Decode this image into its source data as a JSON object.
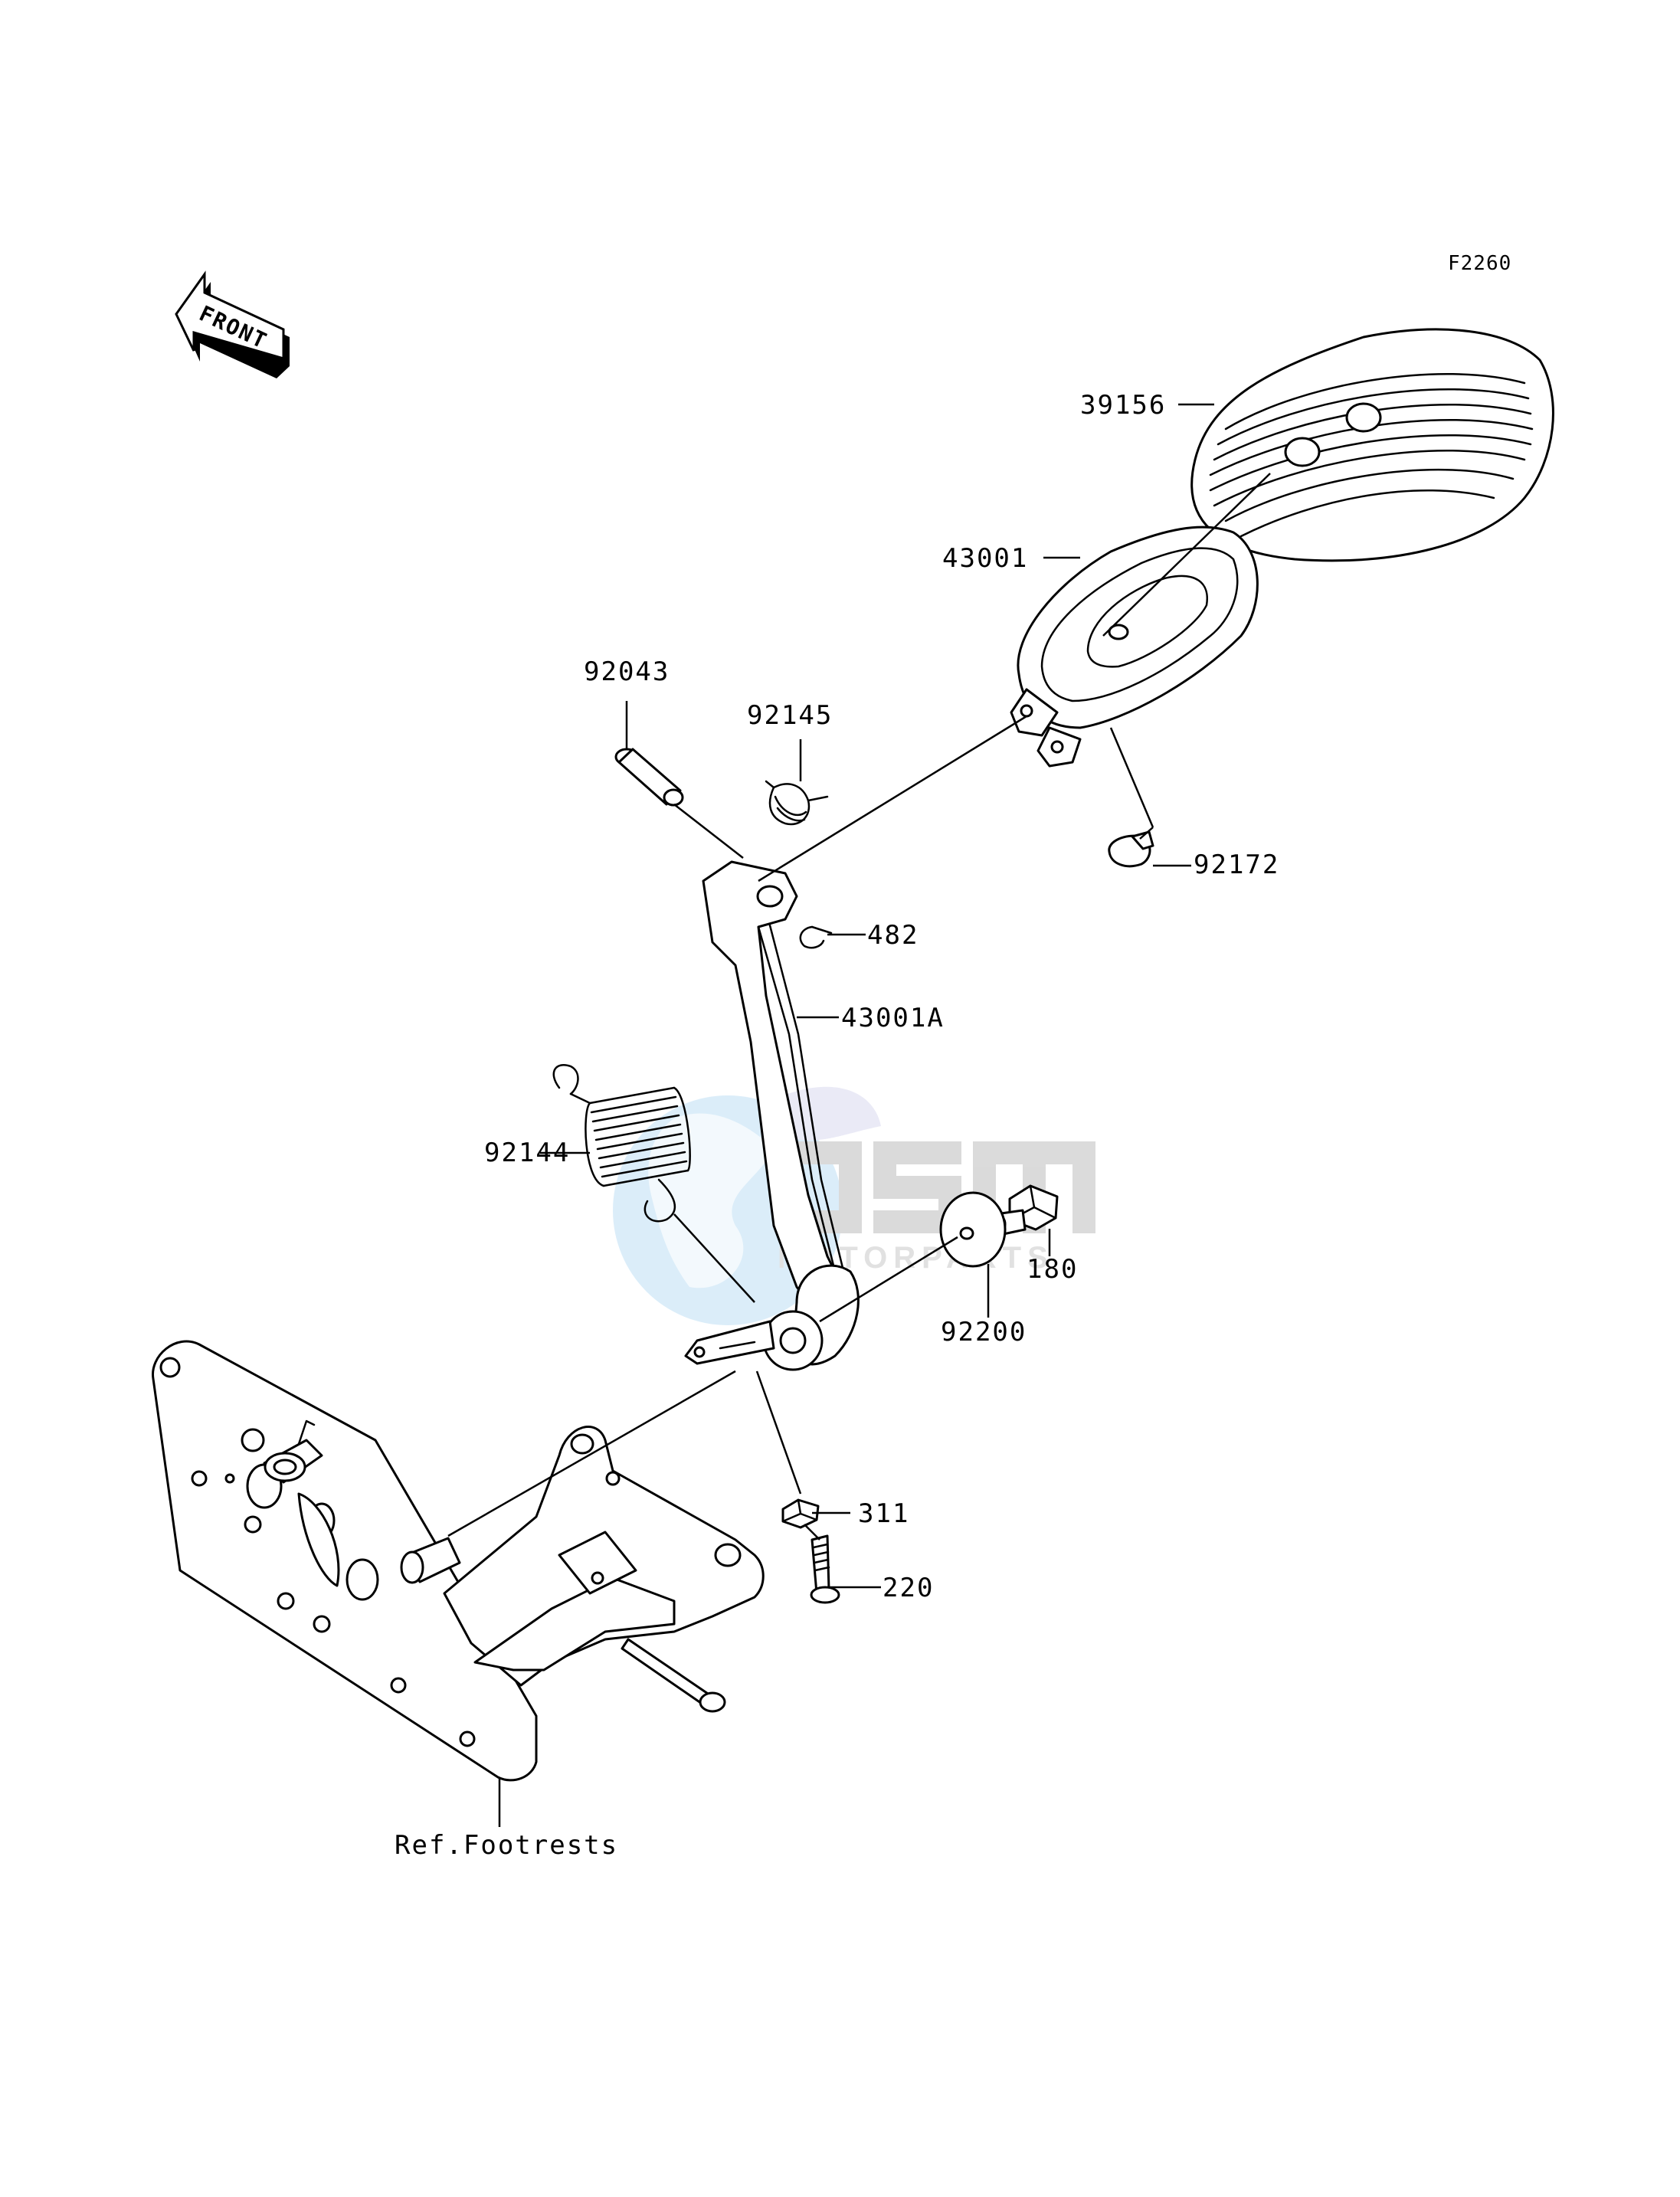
{
  "figure_code": "F2260",
  "front_arrow": {
    "label": "FRONT",
    "icon": "front-arrow-icon"
  },
  "watermark": {
    "brand": "OSM",
    "subtitle": "MOTORPARTS",
    "color_circle": "#9fd0ef",
    "color_text": "#c9c9c9"
  },
  "parts": [
    {
      "id": "39156",
      "label": "39156"
    },
    {
      "id": "43001",
      "label": "43001"
    },
    {
      "id": "92043",
      "label": "92043"
    },
    {
      "id": "92145",
      "label": "92145"
    },
    {
      "id": "92172",
      "label": "92172"
    },
    {
      "id": "482",
      "label": "482"
    },
    {
      "id": "43001A",
      "label": "43001A"
    },
    {
      "id": "92144",
      "label": "92144"
    },
    {
      "id": "180",
      "label": "180"
    },
    {
      "id": "92200",
      "label": "92200"
    },
    {
      "id": "311",
      "label": "311"
    },
    {
      "id": "220",
      "label": "220"
    }
  ],
  "reference": {
    "label": "Ref.Footrests"
  }
}
